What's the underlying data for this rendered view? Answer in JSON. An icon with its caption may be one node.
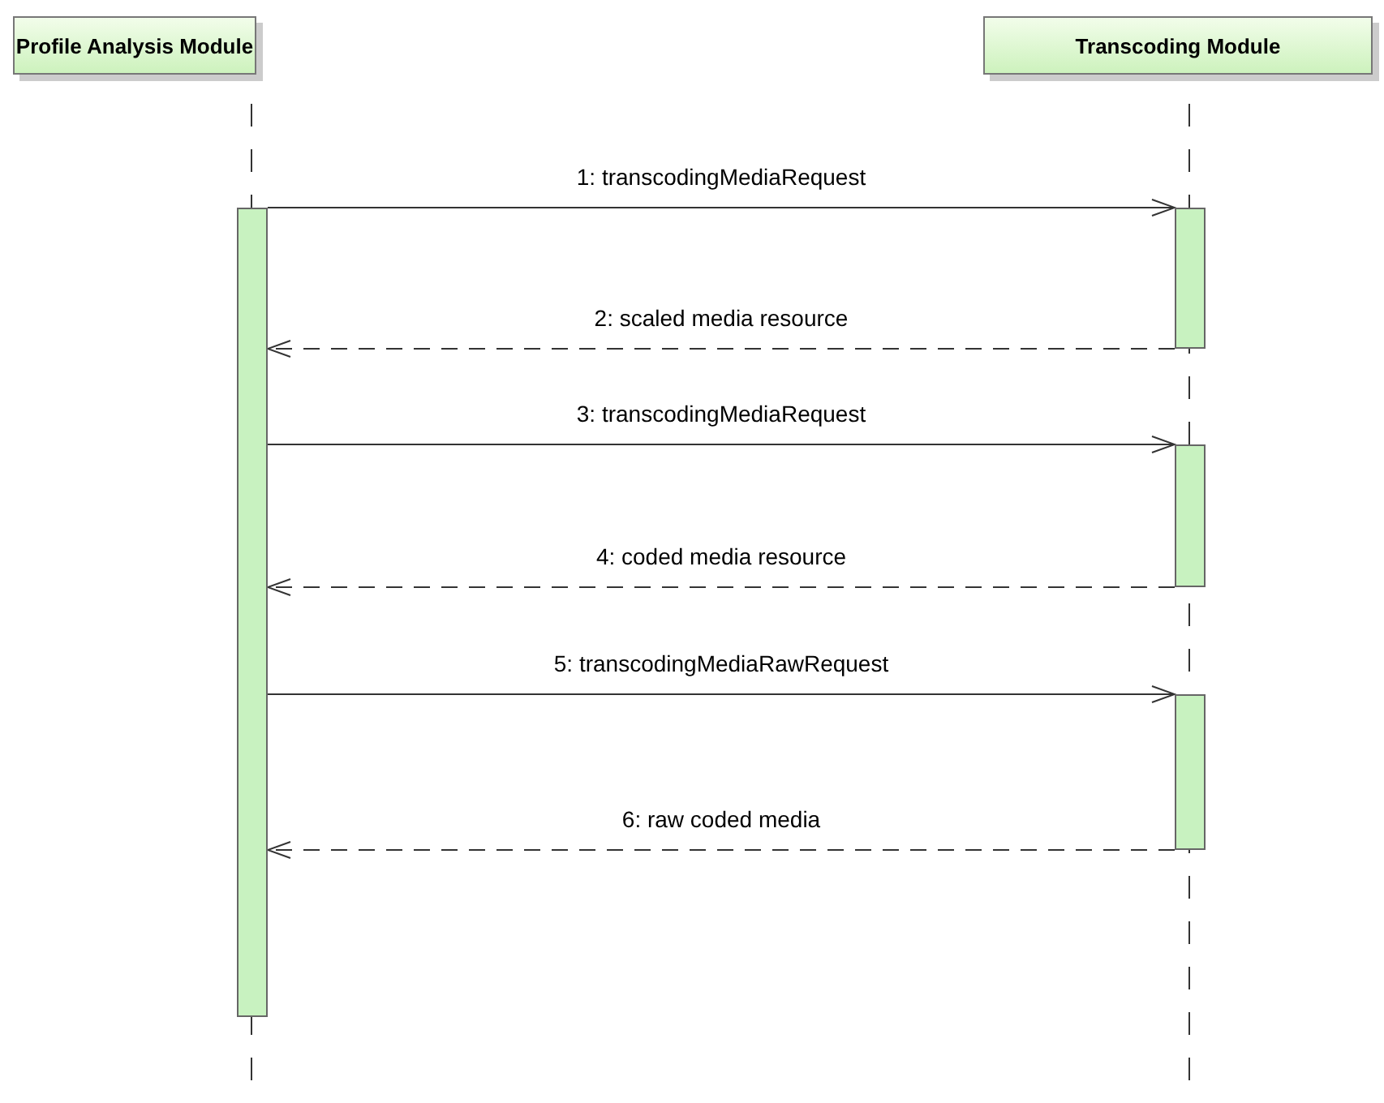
{
  "diagram": {
    "nodes": [
      {
        "text": [
          "Profile Analysis Module"
        ]
      },
      {
        "text": [
          "Transcoding Module"
        ]
      },
      {
        "text": [],
        "shape": "bar"
      },
      {
        "text": [],
        "shape": "bar"
      },
      {
        "text": [],
        "shape": "bar"
      },
      {
        "text": [],
        "shape": "bar"
      }
    ],
    "edges": [
      {
        "from": 2,
        "to": 3,
        "arrow": "to",
        "label": "1: transcodingMediaRequest"
      },
      {
        "from": 3,
        "to": 2,
        "arrow": "to",
        "label": "2: scaled media resource",
        "style": "dashed"
      },
      {
        "from": 2,
        "to": 4,
        "arrow": "to",
        "label": "3: transcodingMediaRequest"
      },
      {
        "from": 4,
        "to": 2,
        "arrow": "to",
        "label": "4: coded media resource",
        "style": "dashed"
      },
      {
        "from": 2,
        "to": 5,
        "arrow": "to",
        "label": "5: transcodingMediaRawRequest"
      },
      {
        "from": 5,
        "to": 2,
        "arrow": "to",
        "label": "6: raw coded media",
        "style": "dashed"
      }
    ]
  }
}
